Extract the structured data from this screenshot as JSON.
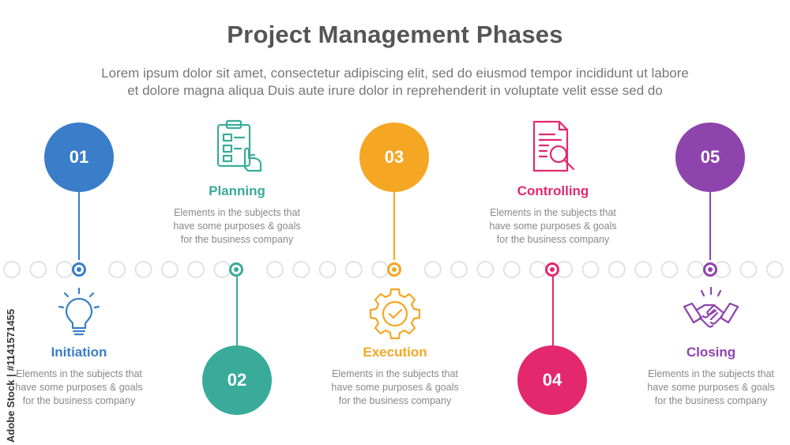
{
  "title": "Project Management Phases",
  "subtitle_line1": "Lorem ipsum dolor sit amet, consectetur adipiscing elit, sed do eiusmod tempor incididunt ut labore",
  "subtitle_line2": "et dolore magna aliqua Duis aute irure dolor in reprehenderit in voluptate velit esse sed do",
  "watermark": "Adobe Stock | #1141571455",
  "colors": {
    "blue": "#3a7dc9",
    "teal": "#3aab9a",
    "orange": "#f5a623",
    "pink": "#e3286e",
    "purple": "#8e44ad",
    "rail": "#e2e2e2"
  },
  "phases": [
    {
      "number": "01",
      "label": "Initiation",
      "desc_line1": "Elements in the subjects that",
      "desc_line2": "have  some purposes & goals",
      "desc_line3": "for the  business company",
      "icon": "lightbulb-icon"
    },
    {
      "number": "02",
      "label": "Planning",
      "desc_line1": "Elements in the subjects that",
      "desc_line2": "have  some purposes & goals",
      "desc_line3": "for the  business company",
      "icon": "clipboard-icon"
    },
    {
      "number": "03",
      "label": "Execution",
      "desc_line1": "Elements in the subjects that",
      "desc_line2": "have  some purposes & goals",
      "desc_line3": "for the  business company",
      "icon": "gear-check-icon"
    },
    {
      "number": "04",
      "label": "Controlling",
      "desc_line1": "Elements in the subjects that",
      "desc_line2": "have  some purposes & goals",
      "desc_line3": "for the  business company",
      "icon": "document-search-icon"
    },
    {
      "number": "05",
      "label": "Closing",
      "desc_line1": "Elements in the subjects that",
      "desc_line2": "have  some purposes & goals",
      "desc_line3": "for the  business company",
      "icon": "handshake-icon"
    }
  ]
}
